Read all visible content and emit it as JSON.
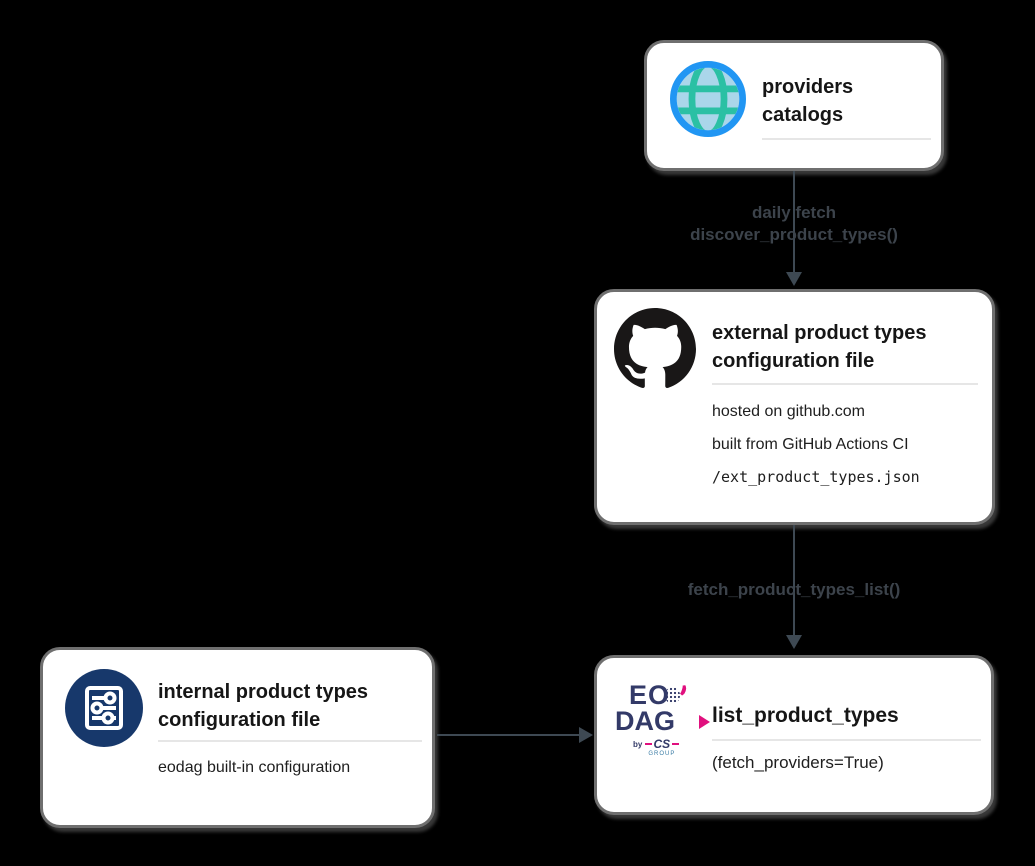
{
  "colors": {
    "background": "#000000",
    "node_fill": "#ffffff",
    "node_border": "#6f6f6f",
    "title_text": "#161616",
    "body_text": "#1e1e1e",
    "separator": "#e6e6e6",
    "edge": "#3e4953",
    "edge_label": "#3c434b",
    "globe_blue": "#2196f3",
    "globe_teal": "#2bc0a4",
    "globe_fill": "#aad6ea",
    "github_black": "#191717",
    "settings_navy": "#17386b",
    "eodag_navy": "#333a68",
    "eodag_magenta": "#e0107e"
  },
  "nodes": {
    "providers_catalogs": {
      "icon": "globe-icon",
      "title_line1": "providers",
      "title_line2": "catalogs"
    },
    "external_config": {
      "icon": "github-icon",
      "title_line1": "external product types",
      "title_line2": "configuration file",
      "body_line1": "hosted on github.com",
      "body_line2": "built from GitHub Actions CI",
      "body_mono": "/ext_product_types.json"
    },
    "internal_config": {
      "icon": "settings-sliders-icon",
      "title_line1": "internal product types",
      "title_line2": "configuration file",
      "body_line1": "eodag built-in configuration"
    },
    "list_product_types": {
      "icon": "eodag-logo",
      "title": "list_product_types",
      "body_line1": "(fetch_providers=True)",
      "logo": {
        "top": "EO",
        "bottom": "DAG",
        "byline": "by",
        "brand": "CS",
        "brand_sub": "GROUP"
      }
    }
  },
  "edges": {
    "daily_fetch": {
      "label_line1": "daily fetch",
      "label_line2": "discover_product_types()"
    },
    "fetch_product_types": {
      "label": "fetch_product_types_list()"
    }
  }
}
